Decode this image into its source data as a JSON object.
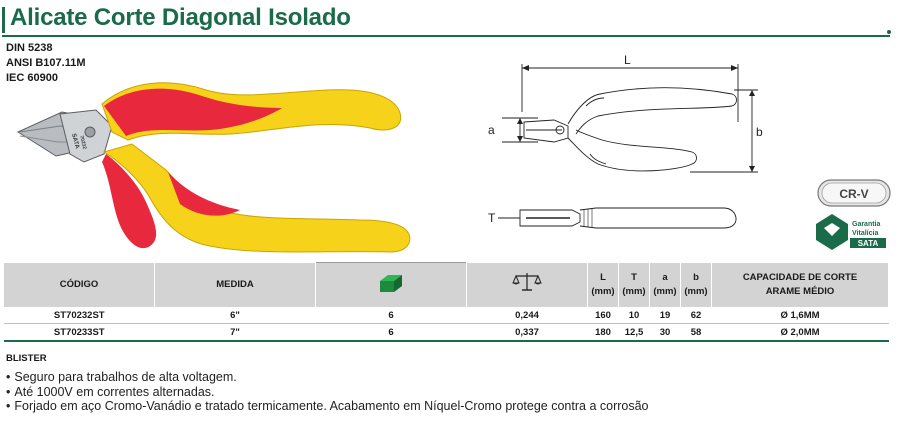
{
  "title": "Alicate Corte Diagonal Isolado",
  "standards": [
    "DIN 5238",
    "ANSI B107.11M",
    "IEC 60900"
  ],
  "diagram": {
    "length_label": "L",
    "width_label": "b",
    "tip_label": "a",
    "thickness_label": "T"
  },
  "badges": {
    "crv": "CR-V",
    "warranty_line1": "Garantia",
    "warranty_line2": "Vitalícia",
    "brand": "SATA"
  },
  "photo": {
    "brand_stamp": "SATA",
    "model_stamp": "70232"
  },
  "table": {
    "headers": {
      "code": "CÓDIGO",
      "size": "MEDIDA",
      "box_icon": "box-icon",
      "scale_icon": "scale-icon",
      "L": "L",
      "L_unit": "(mm)",
      "T": "T",
      "T_unit": "(mm)",
      "a": "a",
      "a_unit": "(mm)",
      "b": "b",
      "b_unit": "(mm)",
      "capacity_line1": "CAPACIDADE DE CORTE",
      "capacity_line2": "ARAME MÉDIO"
    },
    "rows": [
      {
        "code": "ST70232ST",
        "size": "6\"",
        "pack": "6",
        "weight": "0,244",
        "L": "160",
        "T": "10",
        "a": "19",
        "b": "62",
        "capacity": "Ø 1,6MM"
      },
      {
        "code": "ST70233ST",
        "size": "7\"",
        "pack": "6",
        "weight": "0,337",
        "L": "180",
        "T": "12,5",
        "a": "30",
        "b": "58",
        "capacity": "Ø 2,0MM"
      }
    ]
  },
  "blister": "BLISTER",
  "notes": [
    "Seguro para trabalhos de alta voltagem.",
    "Até 1000V em correntes alternadas.",
    "Forjado em aço Cromo-Vanádio e tratado termicamente. Acabamento em Níquel-Cromo protege contra a corrosão"
  ],
  "colors": {
    "accent": "#1a6b4a",
    "handle_red": "#e8283c",
    "handle_yellow": "#f7d21a",
    "header_gray": "#d3d3d3"
  }
}
